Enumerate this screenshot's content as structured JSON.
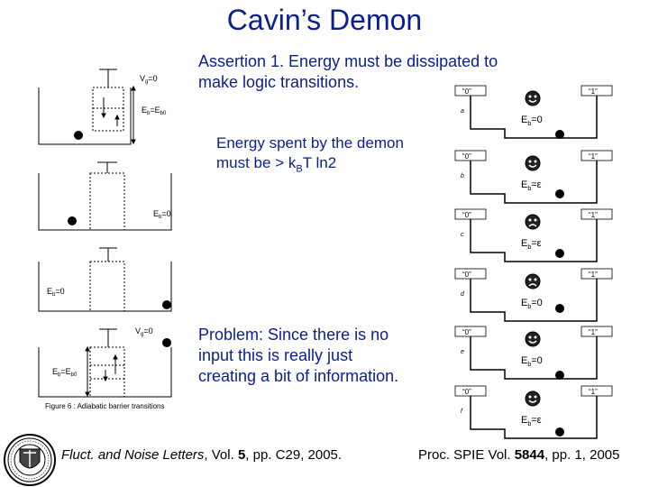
{
  "title": "Cavin’s Demon",
  "assertion": {
    "line1": "Assertion 1.  Energy must be dissipated to",
    "line2": "make logic transitions."
  },
  "spent": {
    "line1": "Energy spent by the demon",
    "line2_pre": "must be > k",
    "line2_sub": "B",
    "line2_post": "T ln2"
  },
  "problem": {
    "line1": "Problem: Since there is no",
    "line2": "input this is really just",
    "line2b": "creating a bit of information."
  },
  "citations": {
    "fluct_journal": "Fluct. and Noise Letters",
    "fluct_vol_pre": ", Vol. ",
    "fluct_vol": "5",
    "fluct_rest": ", pp. C29, 2005.",
    "proc_pre": "Proc. SPIE Vol. ",
    "proc_vol": "5844",
    "proc_rest": ", pp. 1, 2005"
  },
  "left_figure": {
    "caption": "Figure 6 : Adiabatic barrier transitions",
    "panel1_v": "V",
    "panel1_v_sub": "g",
    "panel1_v_rest": "=0",
    "panel1_eb": "E",
    "panel1_eb_sub": "b",
    "panel1_eb_rest": "=E",
    "panel1_eb_sub2": "b0",
    "panel2_eb": "E",
    "panel2_eb_sub": "b",
    "panel2_eb_rest": "=0",
    "panel3_eb": "E",
    "panel3_eb_sub": "b",
    "panel3_eb_rest": "=0",
    "panel4_v": "V",
    "panel4_v_sub": "g",
    "panel4_v_rest": "=0",
    "panel4_eb": "E",
    "panel4_eb_sub": "b",
    "panel4_eb_rest": "=E",
    "panel4_eb_sub2": "b0"
  },
  "right_figure": {
    "zero": "“0”",
    "one": "“1”",
    "letters": [
      "a",
      "b",
      "c",
      "d",
      "e",
      "f"
    ],
    "eb": [
      "=0",
      "=ε",
      "=ε",
      "=0",
      "=0",
      "=ε"
    ],
    "eb_prefix": "E",
    "eb_sub": "b"
  }
}
